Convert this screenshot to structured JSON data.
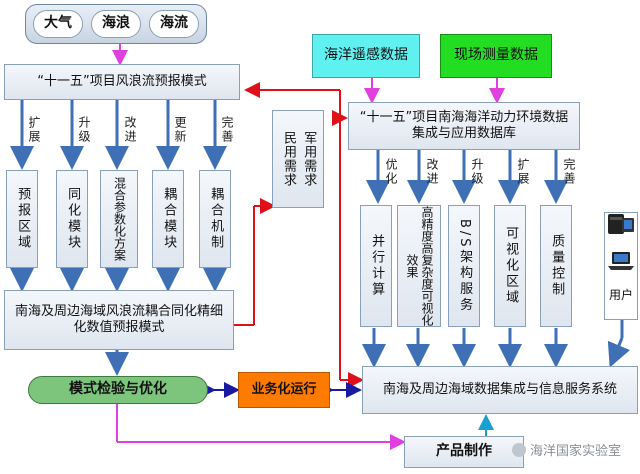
{
  "inputs": {
    "items": [
      "大气",
      "海浪",
      "海流"
    ]
  },
  "top_left_model": "“十一五”项目风浪流预报模式",
  "left_steps": [
    {
      "verb": "扩展",
      "result": "预报区域"
    },
    {
      "verb": "升级",
      "result": "同化模块"
    },
    {
      "verb": "改进",
      "result": "混合参数化方案"
    },
    {
      "verb": "更新",
      "result": "耦合模块"
    },
    {
      "verb": "完善",
      "result": "耦合机制"
    }
  ],
  "coupled_model": "南海及周边海域风浪流耦合同化精细化数值预报模式",
  "demand": {
    "civil": "民用需求",
    "military": "军用需求"
  },
  "sources": {
    "remote": "海洋遥感数据",
    "field": "现场测量数据"
  },
  "database": "“十一五”项目南海海洋动力环境数据集成与应用数据库",
  "right_steps": [
    {
      "verb": "优化",
      "result": "并行计算"
    },
    {
      "verb": "改进",
      "result": "高精度高复杂度可视化效果"
    },
    {
      "verb": "升级",
      "result": "B/S架构服务"
    },
    {
      "verb": "扩展",
      "result": "可视化区域"
    },
    {
      "verb": "完善",
      "result": "质量控制"
    }
  ],
  "user": "用户",
  "validation": "模式检验与优化",
  "operation": "业务化运行",
  "info_system": "南海及周边海域数据集成与信息服务系统",
  "product": "产品制作",
  "watermark": "海洋国家实验室",
  "colors": {
    "cyan": "#5ff0f0",
    "green": "#22dd22",
    "orange": "#ff7b00",
    "validation_green": "#7dc57d"
  }
}
